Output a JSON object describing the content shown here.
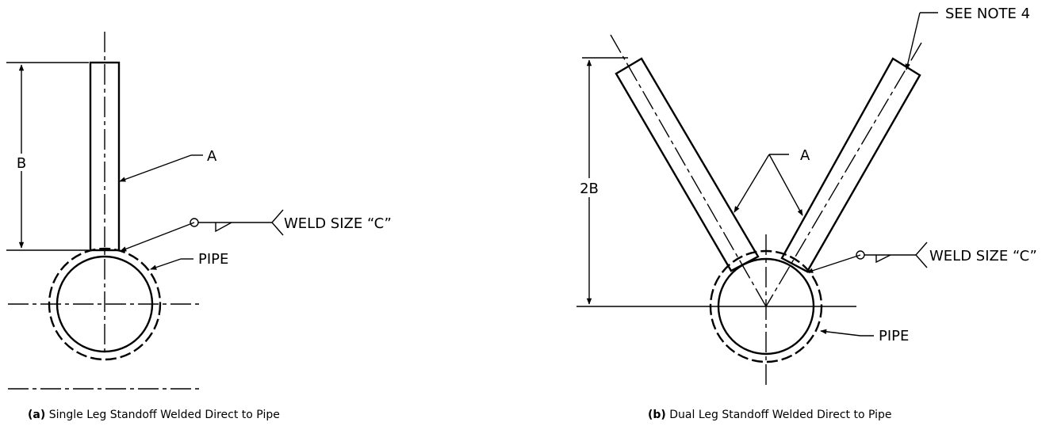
{
  "figure_a": {
    "label_a": "A",
    "label_b": "B",
    "label_weld": "WELD SIZE “C”",
    "label_pipe": "PIPE",
    "caption_tag": "(a)",
    "caption_text": " Single Leg Standoff Welded Direct to Pipe"
  },
  "figure_b": {
    "label_note": "SEE NOTE 4",
    "label_a": "A",
    "label_2b": "2B",
    "label_weld": "WELD SIZE “C”",
    "label_pipe": "PIPE",
    "caption_tag": "(b)",
    "caption_text": " Dual Leg Standoff Welded Direct to Pipe"
  }
}
